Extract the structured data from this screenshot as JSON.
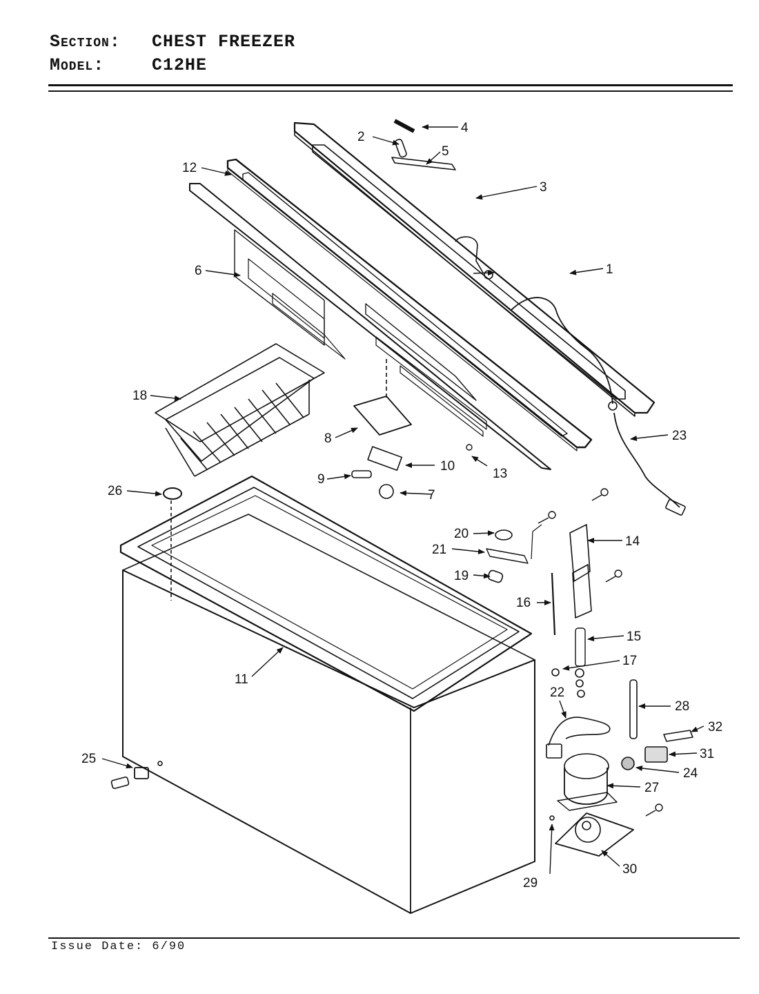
{
  "header": {
    "section_key": "Section:",
    "section_value": "CHEST FREEZER",
    "model_key": "Model:",
    "model_value": "C12HE"
  },
  "footer": {
    "issue_date": "Issue Date: 6/90"
  },
  "callouts": {
    "c1": "1",
    "c2": "2",
    "c3": "3",
    "c4": "4",
    "c5": "5",
    "c6": "6",
    "c7": "7",
    "c8": "8",
    "c9": "9",
    "c10": "10",
    "c11": "11",
    "c12": "12",
    "c13": "13",
    "c14": "14",
    "c15": "15",
    "c16": "16",
    "c17": "17",
    "c18": "18",
    "c19": "19",
    "c20": "20",
    "c21": "21",
    "c22": "22",
    "c23": "23",
    "c24": "24",
    "c25": "25",
    "c26": "26",
    "c27": "27",
    "c28": "28",
    "c29": "29",
    "c30": "30",
    "c31": "31",
    "c32": "32"
  }
}
